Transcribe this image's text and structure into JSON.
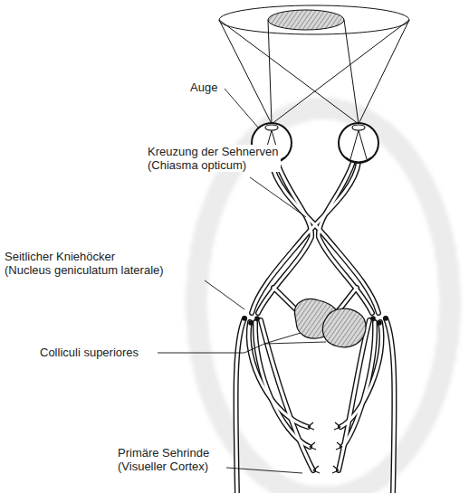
{
  "diagram": {
    "labels": [
      "Auge",
      "Kreuzung der Sehnerven (Chiasma opticum)",
      "Seitlicher Kniehöcker (Nucleus geniculatum laterale)",
      "Colliculi superiores",
      "Primäre Sehrinde (Visueller Cortex)"
    ]
  }
}
